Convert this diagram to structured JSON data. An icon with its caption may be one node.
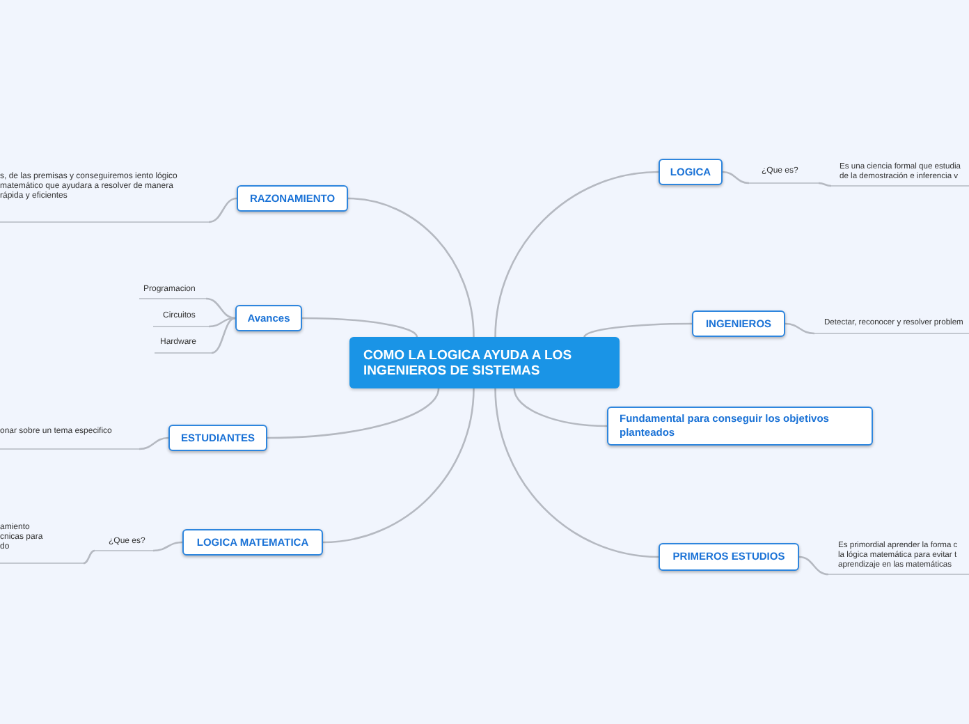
{
  "diagram": {
    "nodes": [
      {
        "text": [
          "COMO LA LOGICA AYUDA A LOS INGENIEROS DE SISTEMAS"
        ]
      },
      {
        "text": [
          "RAZONAMIENTO"
        ]
      },
      {
        "text": [
          "s, de las premisas y conseguiremos iento lógico matemático que ayudara a resolver de manera rápida y eficientes"
        ]
      },
      {
        "text": [
          "Avances"
        ]
      },
      {
        "text": [
          "Programacion"
        ]
      },
      {
        "text": [
          "Circuitos"
        ]
      },
      {
        "text": [
          "Hardware"
        ]
      },
      {
        "text": [
          "ESTUDIANTES"
        ]
      },
      {
        "text": [
          "onar sobre un tema especifico"
        ]
      },
      {
        "text": [
          "LOGICA MATEMATICA"
        ]
      },
      {
        "text": [
          "¿Que es?"
        ]
      },
      {
        "text": [
          "amiento cnicas para do"
        ]
      },
      {
        "text": [
          "LOGICA"
        ]
      },
      {
        "text": [
          "¿Que es?"
        ]
      },
      {
        "text": [
          "Es una ciencia formal que estudia de la demostración e inferencia v"
        ]
      },
      {
        "text": [
          "INGENIEROS"
        ]
      },
      {
        "text": [
          "Detectar, reconocer y resolver problem"
        ]
      },
      {
        "text": [
          "Fundamental para conseguir los objetivos planteados"
        ]
      },
      {
        "text": [
          "PRIMEROS ESTUDIOS"
        ]
      },
      {
        "text": [
          "Es primordial aprender la forma c la lógica matemática para evitar t aprendizaje en las matemáticas"
        ]
      }
    ],
    "edges": [
      {
        "from": 0,
        "to": 1,
        "arrow": "none"
      },
      {
        "from": 0,
        "to": 3,
        "arrow": "none"
      },
      {
        "from": 0,
        "to": 7,
        "arrow": "none"
      },
      {
        "from": 0,
        "to": 9,
        "arrow": "none"
      },
      {
        "from": 0,
        "to": 12,
        "arrow": "none"
      },
      {
        "from": 0,
        "to": 15,
        "arrow": "none"
      },
      {
        "from": 0,
        "to": 17,
        "arrow": "none"
      },
      {
        "from": 0,
        "to": 18,
        "arrow": "none"
      },
      {
        "from": 1,
        "to": 2,
        "arrow": "none"
      },
      {
        "from": 3,
        "to": 4,
        "arrow": "none"
      },
      {
        "from": 3,
        "to": 5,
        "arrow": "none"
      },
      {
        "from": 3,
        "to": 6,
        "arrow": "none"
      },
      {
        "from": 7,
        "to": 8,
        "arrow": "none"
      },
      {
        "from": 9,
        "to": 10,
        "arrow": "none"
      },
      {
        "from": 10,
        "to": 11,
        "arrow": "none"
      },
      {
        "from": 12,
        "to": 13,
        "arrow": "none"
      },
      {
        "from": 13,
        "to": 14,
        "arrow": "none"
      },
      {
        "from": 15,
        "to": 16,
        "arrow": "none"
      },
      {
        "from": 18,
        "to": 19,
        "arrow": "none"
      }
    ]
  }
}
